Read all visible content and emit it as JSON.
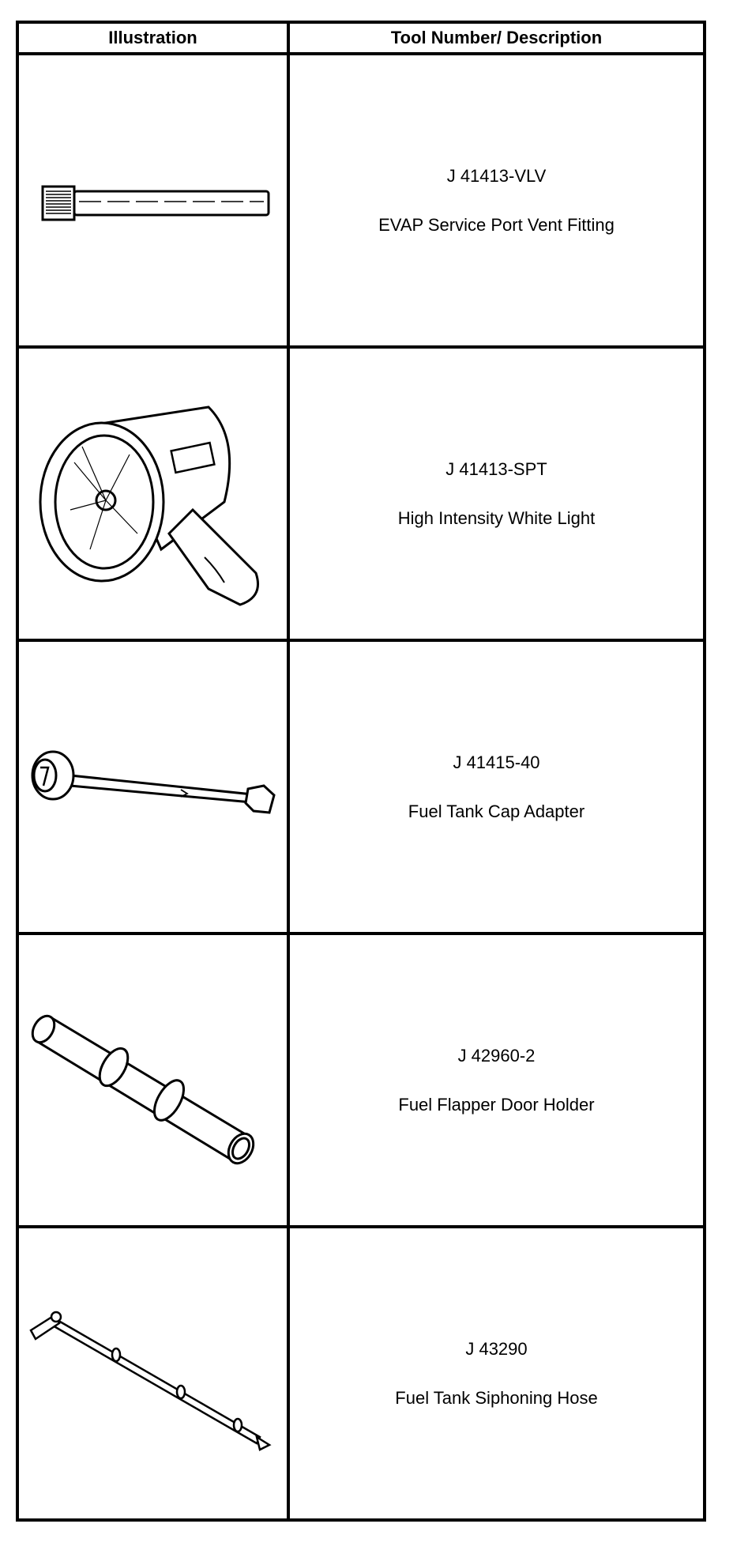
{
  "headers": {
    "illustration": "Illustration",
    "description": "Tool Number/ Description"
  },
  "tools": [
    {
      "number": "J 41413-VLV",
      "name": "EVAP Service Port Vent Fitting",
      "icon": "vent-fitting-icon"
    },
    {
      "number": "J 41413-SPT",
      "name": "High Intensity White Light",
      "icon": "spotlight-icon"
    },
    {
      "number": "J 41415-40",
      "name": "Fuel Tank Cap Adapter",
      "icon": "cap-adapter-icon"
    },
    {
      "number": "J 42960-2",
      "name": "Fuel Flapper Door Holder",
      "icon": "flapper-holder-icon"
    },
    {
      "number": "J 43290",
      "name": "Fuel Tank Siphoning Hose",
      "icon": "siphon-hose-icon"
    }
  ]
}
